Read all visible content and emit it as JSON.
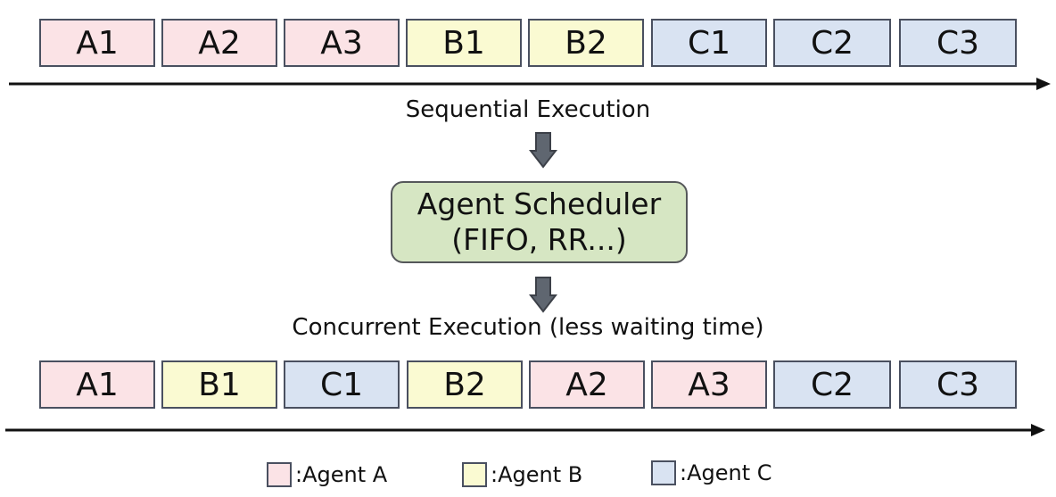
{
  "sequential": {
    "blocks": [
      {
        "label": "A1",
        "agent": "a"
      },
      {
        "label": "A2",
        "agent": "a"
      },
      {
        "label": "A3",
        "agent": "a"
      },
      {
        "label": "B1",
        "agent": "b"
      },
      {
        "label": "B2",
        "agent": "b"
      },
      {
        "label": "C1",
        "agent": "c"
      },
      {
        "label": "C2",
        "agent": "c"
      },
      {
        "label": "C3",
        "agent": "c"
      }
    ],
    "caption": "Sequential Execution"
  },
  "scheduler": {
    "line1": "Agent Scheduler",
    "line2": "(FIFO, RR...)"
  },
  "concurrent": {
    "caption": "Concurrent Execution (less waiting time)",
    "blocks": [
      {
        "label": "A1",
        "agent": "a"
      },
      {
        "label": "B1",
        "agent": "b"
      },
      {
        "label": "C1",
        "agent": "c"
      },
      {
        "label": "B2",
        "agent": "b"
      },
      {
        "label": "A2",
        "agent": "a"
      },
      {
        "label": "A3",
        "agent": "a"
      },
      {
        "label": "C2",
        "agent": "c"
      },
      {
        "label": "C3",
        "agent": "c"
      }
    ]
  },
  "legend": [
    {
      "label": ":Agent A",
      "agent": "a"
    },
    {
      "label": ":Agent B",
      "agent": "b"
    },
    {
      "label": ":Agent C",
      "agent": "c"
    }
  ],
  "colors": {
    "agent_a": "#fbe3e6",
    "agent_b": "#fafad2",
    "agent_c": "#d9e3f2",
    "scheduler": "#d6e6c3",
    "arrow": "#5f6670"
  }
}
